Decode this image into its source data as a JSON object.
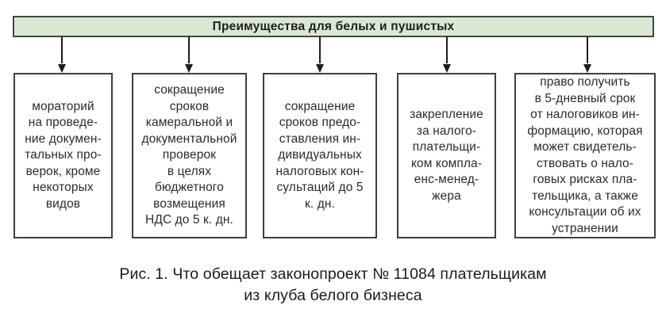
{
  "header": {
    "label": "Преимущества для белых и пушистых"
  },
  "boxes": [
    {
      "text": "мораторий\nна проведе-\nние докумен-\nтальных про-\nверок, кроме\nнекоторых\nвидов"
    },
    {
      "text": "сокращение\nсроков\nкамеральной и\nдокументальной\nпроверок\nв целях\nбюджетного\nвозмещения\nНДС до 5 к. дн."
    },
    {
      "text": "сокращение\nсроков предо-\nставления ин-\nдивидуальных\nналоговых кон-\nсультаций до 5\nк. дн."
    },
    {
      "text": "закрепление\nза налого-\nплательщи-\nком компла-\nенс-менед-\nжера"
    },
    {
      "text": "право получить\nв 5-дневный срок\nот налоговиков ин-\nформацию, которая\nможет свидетель-\nствовать о нало-\nговых рисках пла-\nтельщика, а также\nконсультации об их\nустранении"
    }
  ],
  "caption": {
    "text": "Рис. 1. Что обещает законопроект № 11084 плательщикам\nиз клуба белого бизнеса"
  },
  "colors": {
    "header_fill": "#d9e8d3",
    "box_border": "#3f3f3f",
    "text": "#2b2b2b"
  }
}
